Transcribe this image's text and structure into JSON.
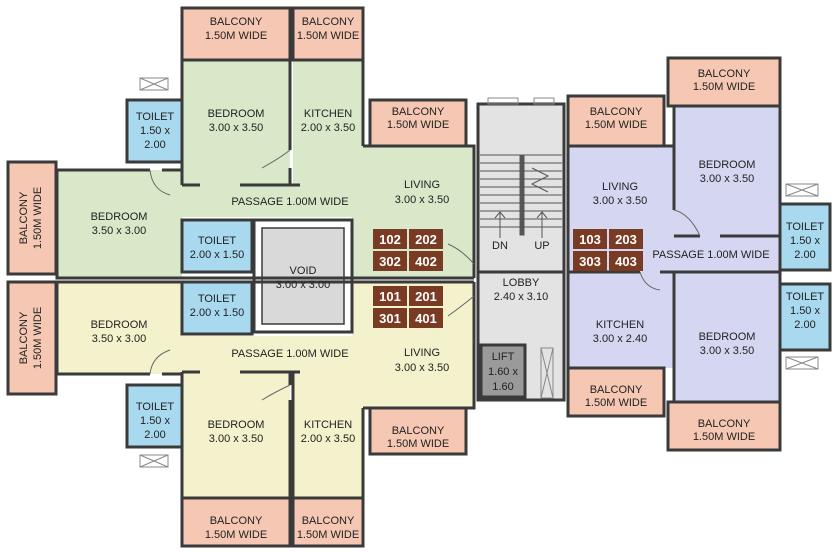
{
  "colors": {
    "wall": "#3a3a3a",
    "balcony": "#f6c8b4",
    "toilet": "#a9d9ef",
    "flat_a": "#d8e8c9",
    "flat_b": "#f3f2cc",
    "flat_c": "#d5d7f2",
    "core": "#e3e3e3",
    "void": "#d9d9d9",
    "lift": "#9a9a9a",
    "unit_badge": "#7a3b24"
  },
  "flat_a": {
    "bal_top_left": {
      "name": "BALCONY",
      "size": "1.50M WIDE"
    },
    "bal_top_right": {
      "name": "BALCONY",
      "size": "1.50M WIDE"
    },
    "bedroom_top": {
      "name": "BEDROOM",
      "size": "3.00 x 3.50"
    },
    "kitchen": {
      "name": "KITCHEN",
      "size": "2.00 x 3.50"
    },
    "toilet_side": {
      "name": "TOILET",
      "size1": "1.50 x",
      "size2": "2.00"
    },
    "balcony_mid": {
      "name": "BALCONY",
      "size": "1.50M WIDE"
    },
    "bedroom_left": {
      "name": "BEDROOM",
      "size": "3.50 x 3.00"
    },
    "balcony_left": {
      "name": "BALCONY",
      "size": "1.50M WIDE"
    },
    "passage": "PASSAGE 1.00M WIDE",
    "living": {
      "name": "LIVING",
      "size": "3.00 x 3.50"
    },
    "toilet_mid": {
      "name": "TOILET",
      "size": "2.00 x 1.50"
    },
    "units": [
      "102",
      "202",
      "302",
      "402"
    ]
  },
  "flat_b": {
    "bal_bottom_left": {
      "name": "BALCONY",
      "size": "1.50M WIDE"
    },
    "bal_bottom_right": {
      "name": "BALCONY",
      "size": "1.50M WIDE"
    },
    "bedroom_bottom": {
      "name": "BEDROOM",
      "size": "3.00 x 3.50"
    },
    "kitchen": {
      "name": "KITCHEN",
      "size": "2.00 x 3.50"
    },
    "toilet_side": {
      "name": "TOILET",
      "size1": "1.50 x",
      "size2": "2.00"
    },
    "balcony_mid": {
      "name": "BALCONY",
      "size": "1.50M WIDE"
    },
    "bedroom_left": {
      "name": "BEDROOM",
      "size": "3.50 x 3.00"
    },
    "balcony_left": {
      "name": "BALCONY",
      "size": "1.50M WIDE"
    },
    "passage": "PASSAGE 1.00M WIDE",
    "living": {
      "name": "LIVING",
      "size": "3.00 x 3.50"
    },
    "toilet_mid": {
      "name": "TOILET",
      "size": "2.00 x 1.50"
    },
    "units": [
      "101",
      "201",
      "301",
      "401"
    ]
  },
  "flat_c": {
    "balcony_top_left": {
      "name": "BALCONY",
      "size": "1.50M WIDE"
    },
    "balcony_top_right": {
      "name": "BALCONY",
      "size": "1.50M WIDE"
    },
    "living": {
      "name": "LIVING",
      "size": "3.00 x 3.50"
    },
    "bedroom_top": {
      "name": "BEDROOM",
      "size": "3.00 x 3.50"
    },
    "toilet_top": {
      "name": "TOILET",
      "size1": "1.50 x",
      "size2": "2.00"
    },
    "passage": "PASSAGE 1.00M WIDE",
    "toilet_bottom": {
      "name": "TOILET",
      "size1": "1.50 x",
      "size2": "2.00"
    },
    "kitchen": {
      "name": "KITCHEN",
      "size": "3.00 x 2.40"
    },
    "bedroom_bottom": {
      "name": "BEDROOM",
      "size": "3.00 x 3.50"
    },
    "balcony_bottom_left": {
      "name": "BALCONY",
      "size": "1.50M WIDE"
    },
    "balcony_bottom_right": {
      "name": "BALCONY",
      "size": "1.50M WIDE"
    },
    "units": [
      "103",
      "203",
      "303",
      "403"
    ]
  },
  "core": {
    "void": {
      "name": "VOID",
      "size": "3.00 x 3.00"
    },
    "lobby": {
      "name": "LOBBY",
      "size": "2.40 x 3.10"
    },
    "lift": {
      "name": "LIFT",
      "size1": "1.60 x",
      "size2": "1.60"
    },
    "stair_dn": "DN",
    "stair_up": "UP"
  }
}
